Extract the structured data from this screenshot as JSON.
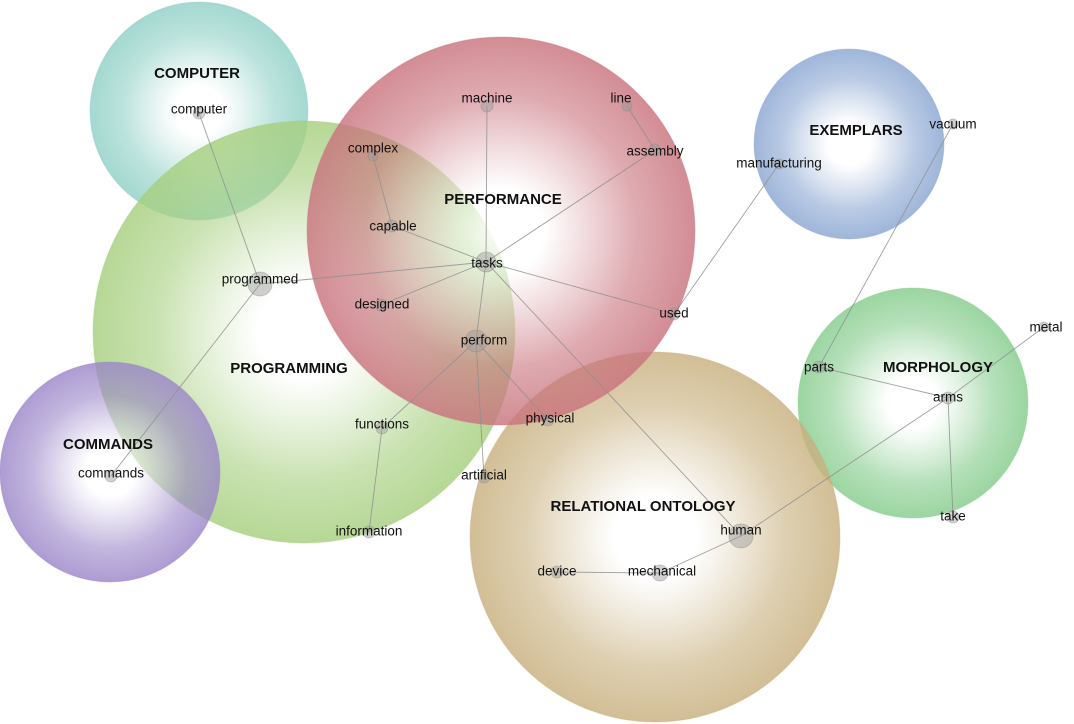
{
  "clusters": [
    {
      "id": "computer",
      "title": "COMPUTER",
      "color": "#8fd0c6"
    },
    {
      "id": "performance",
      "title": "PERFORMANCE",
      "color": "#c9737d"
    },
    {
      "id": "exemplars",
      "title": "EXEMPLARS",
      "color": "#8aa6d2"
    },
    {
      "id": "programming",
      "title": "PROGRAMMING",
      "color": "#a6cf7e"
    },
    {
      "id": "commands",
      "title": "COMMANDS",
      "color": "#9b86c9"
    },
    {
      "id": "morphology",
      "title": "MORPHOLOGY",
      "color": "#85cc8c"
    },
    {
      "id": "relational",
      "title": "RELATIONAL ONTOLOGY",
      "color": "#c8b07e"
    }
  ],
  "terms": [
    {
      "id": "computer",
      "label": "computer"
    },
    {
      "id": "machine",
      "label": "machine"
    },
    {
      "id": "line",
      "label": "line"
    },
    {
      "id": "assembly",
      "label": "assembly"
    },
    {
      "id": "complex",
      "label": "complex"
    },
    {
      "id": "capable",
      "label": "capable"
    },
    {
      "id": "tasks",
      "label": "tasks"
    },
    {
      "id": "programmed",
      "label": "programmed"
    },
    {
      "id": "designed",
      "label": "designed"
    },
    {
      "id": "perform",
      "label": "perform"
    },
    {
      "id": "used",
      "label": "used"
    },
    {
      "id": "manufacturing",
      "label": "manufacturing"
    },
    {
      "id": "vacuum",
      "label": "vacuum"
    },
    {
      "id": "metal",
      "label": "metal"
    },
    {
      "id": "parts",
      "label": "parts"
    },
    {
      "id": "arms",
      "label": "arms"
    },
    {
      "id": "take",
      "label": "take"
    },
    {
      "id": "functions",
      "label": "functions"
    },
    {
      "id": "physical",
      "label": "physical"
    },
    {
      "id": "artificial",
      "label": "artificial"
    },
    {
      "id": "information",
      "label": "information"
    },
    {
      "id": "commands",
      "label": "commands"
    },
    {
      "id": "human",
      "label": "human"
    },
    {
      "id": "device",
      "label": "device"
    },
    {
      "id": "mechanical",
      "label": "mechanical"
    }
  ],
  "edges": [
    [
      "computer",
      "programmed"
    ],
    [
      "programmed",
      "tasks"
    ],
    [
      "programmed",
      "commands"
    ],
    [
      "machine",
      "tasks"
    ],
    [
      "line",
      "assembly"
    ],
    [
      "assembly",
      "tasks"
    ],
    [
      "complex",
      "capable"
    ],
    [
      "capable",
      "tasks"
    ],
    [
      "tasks",
      "designed"
    ],
    [
      "tasks",
      "perform"
    ],
    [
      "tasks",
      "used"
    ],
    [
      "tasks",
      "human"
    ],
    [
      "used",
      "manufacturing"
    ],
    [
      "perform",
      "functions"
    ],
    [
      "perform",
      "physical"
    ],
    [
      "perform",
      "artificial"
    ],
    [
      "functions",
      "information"
    ],
    [
      "vacuum",
      "parts"
    ],
    [
      "parts",
      "arms"
    ],
    [
      "arms",
      "metal"
    ],
    [
      "arms",
      "take"
    ],
    [
      "arms",
      "human"
    ],
    [
      "human",
      "mechanical"
    ],
    [
      "device",
      "mechanical"
    ]
  ]
}
